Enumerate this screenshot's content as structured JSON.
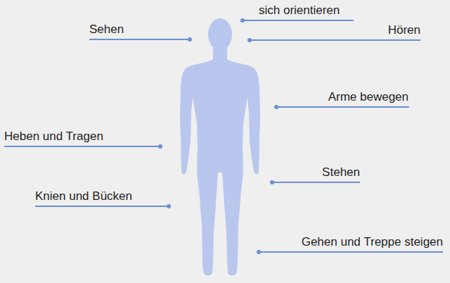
{
  "diagram": {
    "labels": [
      "sich orientieren",
      "Sehen",
      "Hören",
      "Arme bewegen",
      "Heben und Tragen",
      "Stehen",
      "Knien und Bücken",
      "Gehen und Treppe steigen"
    ]
  }
}
